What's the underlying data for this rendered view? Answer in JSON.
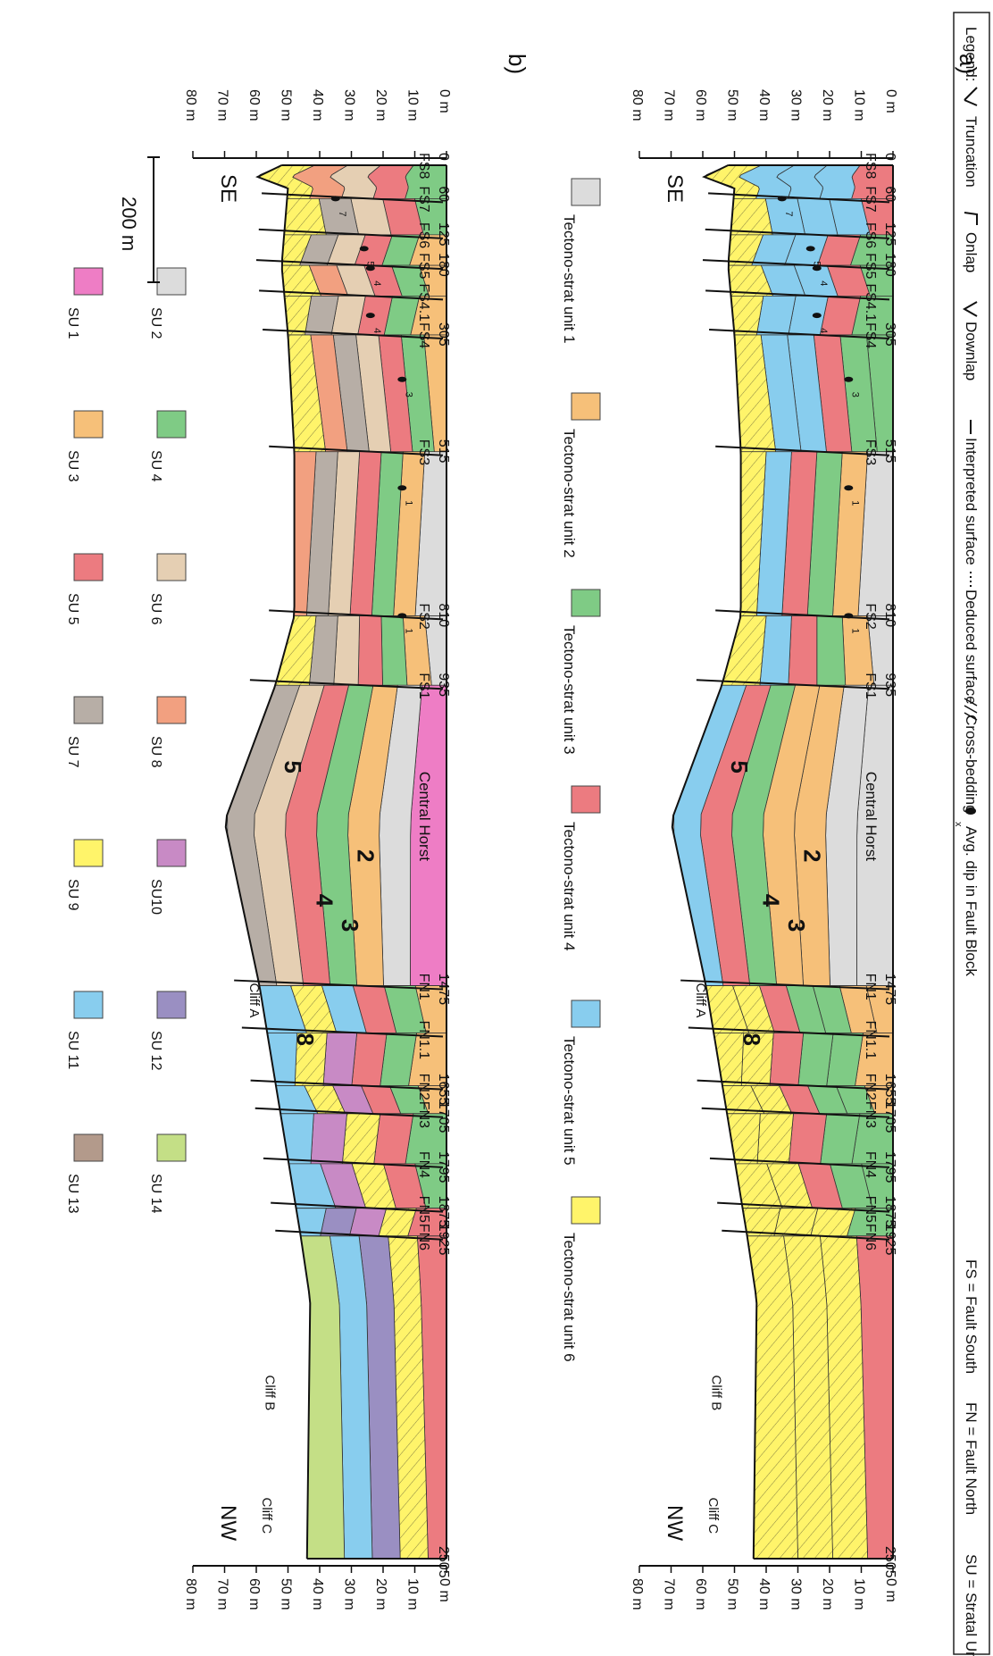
{
  "panel_a_letter": "a)",
  "panel_b_letter": "b)",
  "direction_se": "SE",
  "direction_nw": "NW",
  "depth_ticks": [
    "80 m",
    "70 m",
    "60 m",
    "50 m",
    "40 m",
    "30 m",
    "20 m",
    "10 m",
    "0 m"
  ],
  "distances": [
    {
      "x": "0",
      "fault": "FS8"
    },
    {
      "x": "60",
      "fault": "FS7"
    },
    {
      "x": "125",
      "fault": "FS6"
    },
    {
      "x": "180",
      "fault": "FS5"
    },
    {
      "x": "",
      "fault": "FS4.1"
    },
    {
      "x": "305",
      "fault": "FS4"
    },
    {
      "x": "515",
      "fault": "FS3"
    },
    {
      "x": "810",
      "fault": "FS2"
    },
    {
      "x": "935",
      "fault": "FS1"
    },
    {
      "x": "1475",
      "fault": "FN1"
    },
    {
      "x": "",
      "fault": "FN1.1"
    },
    {
      "x": "1655",
      "fault": "FN2"
    },
    {
      "x": "1705",
      "fault": "FN3"
    },
    {
      "x": "1795",
      "fault": "FN4"
    },
    {
      "x": "1875",
      "fault": "FN5"
    },
    {
      "x": "1925",
      "fault": "FN6"
    },
    {
      "x": "2505",
      "fault": ""
    }
  ],
  "central_horst": "Central Horst",
  "cliffs": [
    "Cliff A",
    "Cliff B",
    "Cliff C"
  ],
  "big_numbers_a": [
    "5",
    "2",
    "4",
    "3",
    "8"
  ],
  "big_numbers_b": [
    "5",
    "2",
    "4",
    "3",
    "8"
  ],
  "dip_labels": [
    "7",
    "5",
    "4",
    "4",
    "3",
    "1",
    "1"
  ],
  "scale_bar": "200 m",
  "tectono_units": [
    {
      "label": "Tectono-strat unit 1",
      "color": "#dcdcdc"
    },
    {
      "label": "Tectono-strat unit 2",
      "color": "#f6c079"
    },
    {
      "label": "Tectono-strat unit 3",
      "color": "#7fcb85"
    },
    {
      "label": "Tectono-strat unit 4",
      "color": "#ec7b80"
    },
    {
      "label": "Tectono-strat unit 5",
      "color": "#88cdee"
    },
    {
      "label": "Tectono-strat unit 6",
      "color": "#fff46a"
    }
  ],
  "stratal_units": [
    {
      "label": "SU 2",
      "color": "#dcdcdc"
    },
    {
      "label": "SU 1",
      "color": "#ee7dc5"
    },
    {
      "label": "SU 4",
      "color": "#7fcb85"
    },
    {
      "label": "SU 3",
      "color": "#f6c079"
    },
    {
      "label": "SU 6",
      "color": "#e5cfb3"
    },
    {
      "label": "SU 5",
      "color": "#ec7b80"
    },
    {
      "label": "SU 8",
      "color": "#f2a080"
    },
    {
      "label": "SU 7",
      "color": "#b7aea6"
    },
    {
      "label": "SU10",
      "color": "#c88ac5"
    },
    {
      "label": "SU 9",
      "color": "#fff46a"
    },
    {
      "label": "SU 12",
      "color": "#9a8fc2"
    },
    {
      "label": "SU 11",
      "color": "#88cdee"
    },
    {
      "label": "SU 14",
      "color": "#c4df86"
    },
    {
      "label": "SU 13",
      "color": "#b39a8b"
    }
  ],
  "legend_items": [
    "Legend:",
    "Truncation",
    "Onlap",
    "Downlap",
    "Interpreted surface",
    "Deduced surface",
    "Cross-bedding",
    "Avg. dip in Fault Block",
    "FS = Fault South",
    "FN = Fault North",
    "SU = Stratal Unit"
  ],
  "legend_dip_symbol": "x"
}
